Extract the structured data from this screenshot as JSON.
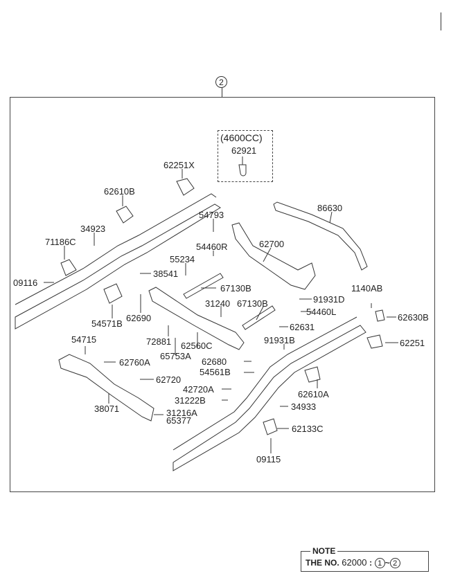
{
  "diagram": {
    "assembly_callout": "2",
    "variant_box": {
      "label": "(4600CC)",
      "part": "62921"
    },
    "parts": [
      {
        "id": "62251X"
      },
      {
        "id": "62610B"
      },
      {
        "id": "34923"
      },
      {
        "id": "71186C"
      },
      {
        "id": "09116"
      },
      {
        "id": "54793"
      },
      {
        "id": "54460R"
      },
      {
        "id": "55234"
      },
      {
        "id": "38541"
      },
      {
        "id": "67130B"
      },
      {
        "id": "62700"
      },
      {
        "id": "86630"
      },
      {
        "id": "91931D"
      },
      {
        "id": "1140AB"
      },
      {
        "id": "31240"
      },
      {
        "id": "67130B"
      },
      {
        "id": "54460L"
      },
      {
        "id": "62631"
      },
      {
        "id": "62630B"
      },
      {
        "id": "54571B"
      },
      {
        "id": "62690"
      },
      {
        "id": "72881"
      },
      {
        "id": "62560C"
      },
      {
        "id": "65753A"
      },
      {
        "id": "91931B"
      },
      {
        "id": "62251"
      },
      {
        "id": "54715"
      },
      {
        "id": "62760A"
      },
      {
        "id": "62680"
      },
      {
        "id": "54561B"
      },
      {
        "id": "62720"
      },
      {
        "id": "42720A"
      },
      {
        "id": "62610A"
      },
      {
        "id": "31222B"
      },
      {
        "id": "34933"
      },
      {
        "id": "38071"
      },
      {
        "id": "31216A"
      },
      {
        "id": "65377"
      },
      {
        "id": "62133C"
      },
      {
        "id": "09115"
      }
    ]
  },
  "note": {
    "title": "NOTE",
    "prefix": "THE NO.",
    "number": "62000",
    "separator": ":",
    "range_start": "1",
    "range_sep": "~",
    "range_end": "2"
  }
}
